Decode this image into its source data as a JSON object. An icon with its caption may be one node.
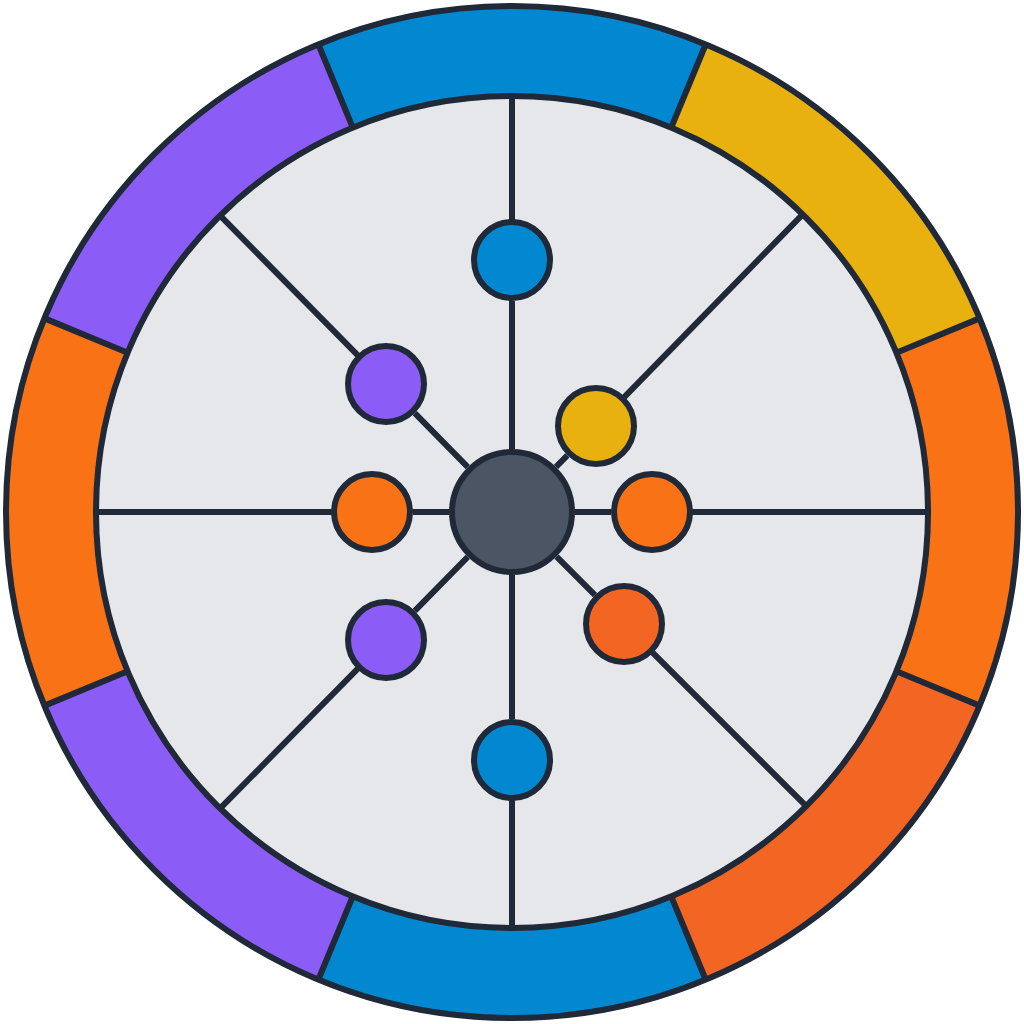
{
  "diagram": {
    "nodes": [
      {
        "text": [],
        "shape": "circle"
      },
      {
        "text": [],
        "shape": "circle"
      },
      {
        "text": [],
        "shape": "circle"
      },
      {
        "text": [],
        "shape": "circle"
      },
      {
        "text": [],
        "shape": "circle"
      },
      {
        "text": [],
        "shape": "circle"
      },
      {
        "text": [],
        "shape": "circle"
      },
      {
        "text": [],
        "shape": "circle"
      },
      {
        "text": [],
        "shape": "circle"
      }
    ],
    "edges": [
      {
        "from": 0,
        "to": 1,
        "arrow": "none"
      },
      {
        "from": 0,
        "to": 2,
        "arrow": "none"
      },
      {
        "from": 0,
        "to": 3,
        "arrow": "none"
      },
      {
        "from": 0,
        "to": 4,
        "arrow": "none"
      },
      {
        "from": 0,
        "to": 5,
        "arrow": "none"
      },
      {
        "from": 0,
        "to": 6,
        "arrow": "none"
      },
      {
        "from": 0,
        "to": 7,
        "arrow": "none"
      },
      {
        "from": 0,
        "to": 8,
        "arrow": "none"
      }
    ]
  }
}
